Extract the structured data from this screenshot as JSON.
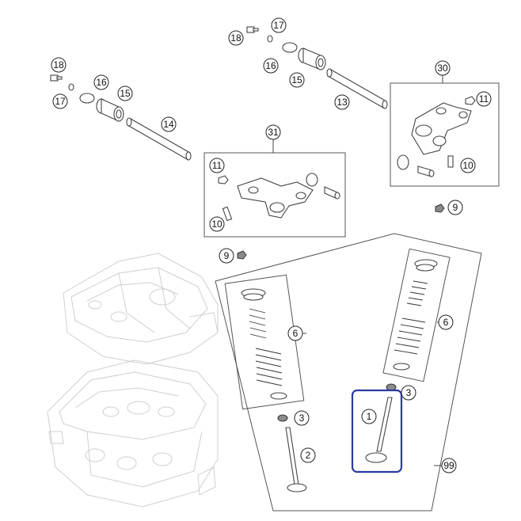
{
  "diagram": {
    "callouts": [
      {
        "id": "c18a",
        "label": "18"
      },
      {
        "id": "c17a",
        "label": "17"
      },
      {
        "id": "c16a",
        "label": "16"
      },
      {
        "id": "c15a",
        "label": "15"
      },
      {
        "id": "c14",
        "label": "14"
      },
      {
        "id": "c18b",
        "label": "18"
      },
      {
        "id": "c17b",
        "label": "17"
      },
      {
        "id": "c16b",
        "label": "16"
      },
      {
        "id": "c15b",
        "label": "15"
      },
      {
        "id": "c13",
        "label": "13"
      },
      {
        "id": "c30",
        "label": "30"
      },
      {
        "id": "c11a",
        "label": "11"
      },
      {
        "id": "c10a",
        "label": "10"
      },
      {
        "id": "c31",
        "label": "31"
      },
      {
        "id": "c11b",
        "label": "11"
      },
      {
        "id": "c10b",
        "label": "10"
      },
      {
        "id": "c9a",
        "label": "9"
      },
      {
        "id": "c9b",
        "label": "9"
      },
      {
        "id": "c6a",
        "label": "6"
      },
      {
        "id": "c6b",
        "label": "6"
      },
      {
        "id": "c3a",
        "label": "3"
      },
      {
        "id": "c3b",
        "label": "3"
      },
      {
        "id": "c2",
        "label": "2"
      },
      {
        "id": "c1",
        "label": "1"
      },
      {
        "id": "c99",
        "label": "99"
      }
    ],
    "highlight": {
      "part": "1",
      "color": "#2b3a9e"
    }
  }
}
